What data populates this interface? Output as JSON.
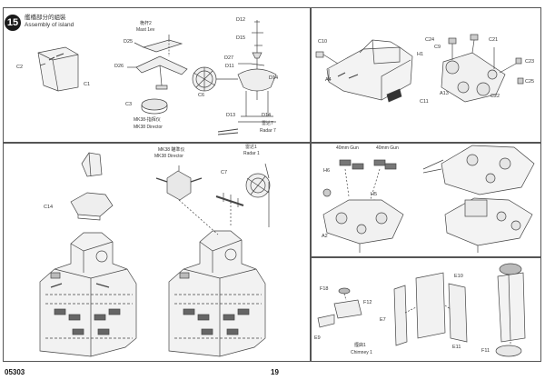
{
  "step": {
    "number": "15",
    "title_cn": "艦橋部分的組裝",
    "title_en": "Assembly of island"
  },
  "panel_top_left": {
    "parts": {
      "c2": "C2",
      "c1": "C1",
      "mast_cn": "桅杆2",
      "mast_en": "Mast 1ev",
      "d25": "D25",
      "d26": "D26",
      "c3": "C3",
      "director_cn": "MK38-指挥仪",
      "director_en": "MK38 Director",
      "d12": "D12",
      "d15": "D15",
      "d27": "D27",
      "d11": "D11",
      "c6": "C6",
      "d14": "D14",
      "d13": "D13",
      "radar_cn": "雷达7",
      "radar_en": "Radar 7"
    }
  },
  "panel_top_right": {
    "parts": {
      "c10": "C10",
      "a4": "A4",
      "c11": "C11",
      "c24": "C24",
      "c9": "C9",
      "h1": "H1",
      "c21": "C21",
      "a13": "A13",
      "c22": "C22",
      "c23": "C23",
      "c25": "C25"
    }
  },
  "panel_bottom_left": {
    "parts": {
      "director_cn": "MK38 瞄準仪",
      "director_en": "MK38 Director",
      "radar_cn": "雷达1",
      "radar_en": "Radar 1",
      "c14": "C14",
      "c7": "C7"
    }
  },
  "panel_middle_right": {
    "parts": {
      "gun_left": "40mm Gun",
      "gun_right": "40mm Gun",
      "h6": "H6",
      "h5": "H5",
      "a2": "A2"
    }
  },
  "panel_bottom_right": {
    "parts": {
      "f18": "F18",
      "f12": "F12",
      "e9": "E9",
      "e10": "E10",
      "e7": "E7",
      "e11": "E11",
      "f11": "F11",
      "chimney_cn": "煙囱1",
      "chimney_en": "Chimney 1"
    }
  },
  "footer": {
    "code": "05303",
    "page": "19"
  }
}
